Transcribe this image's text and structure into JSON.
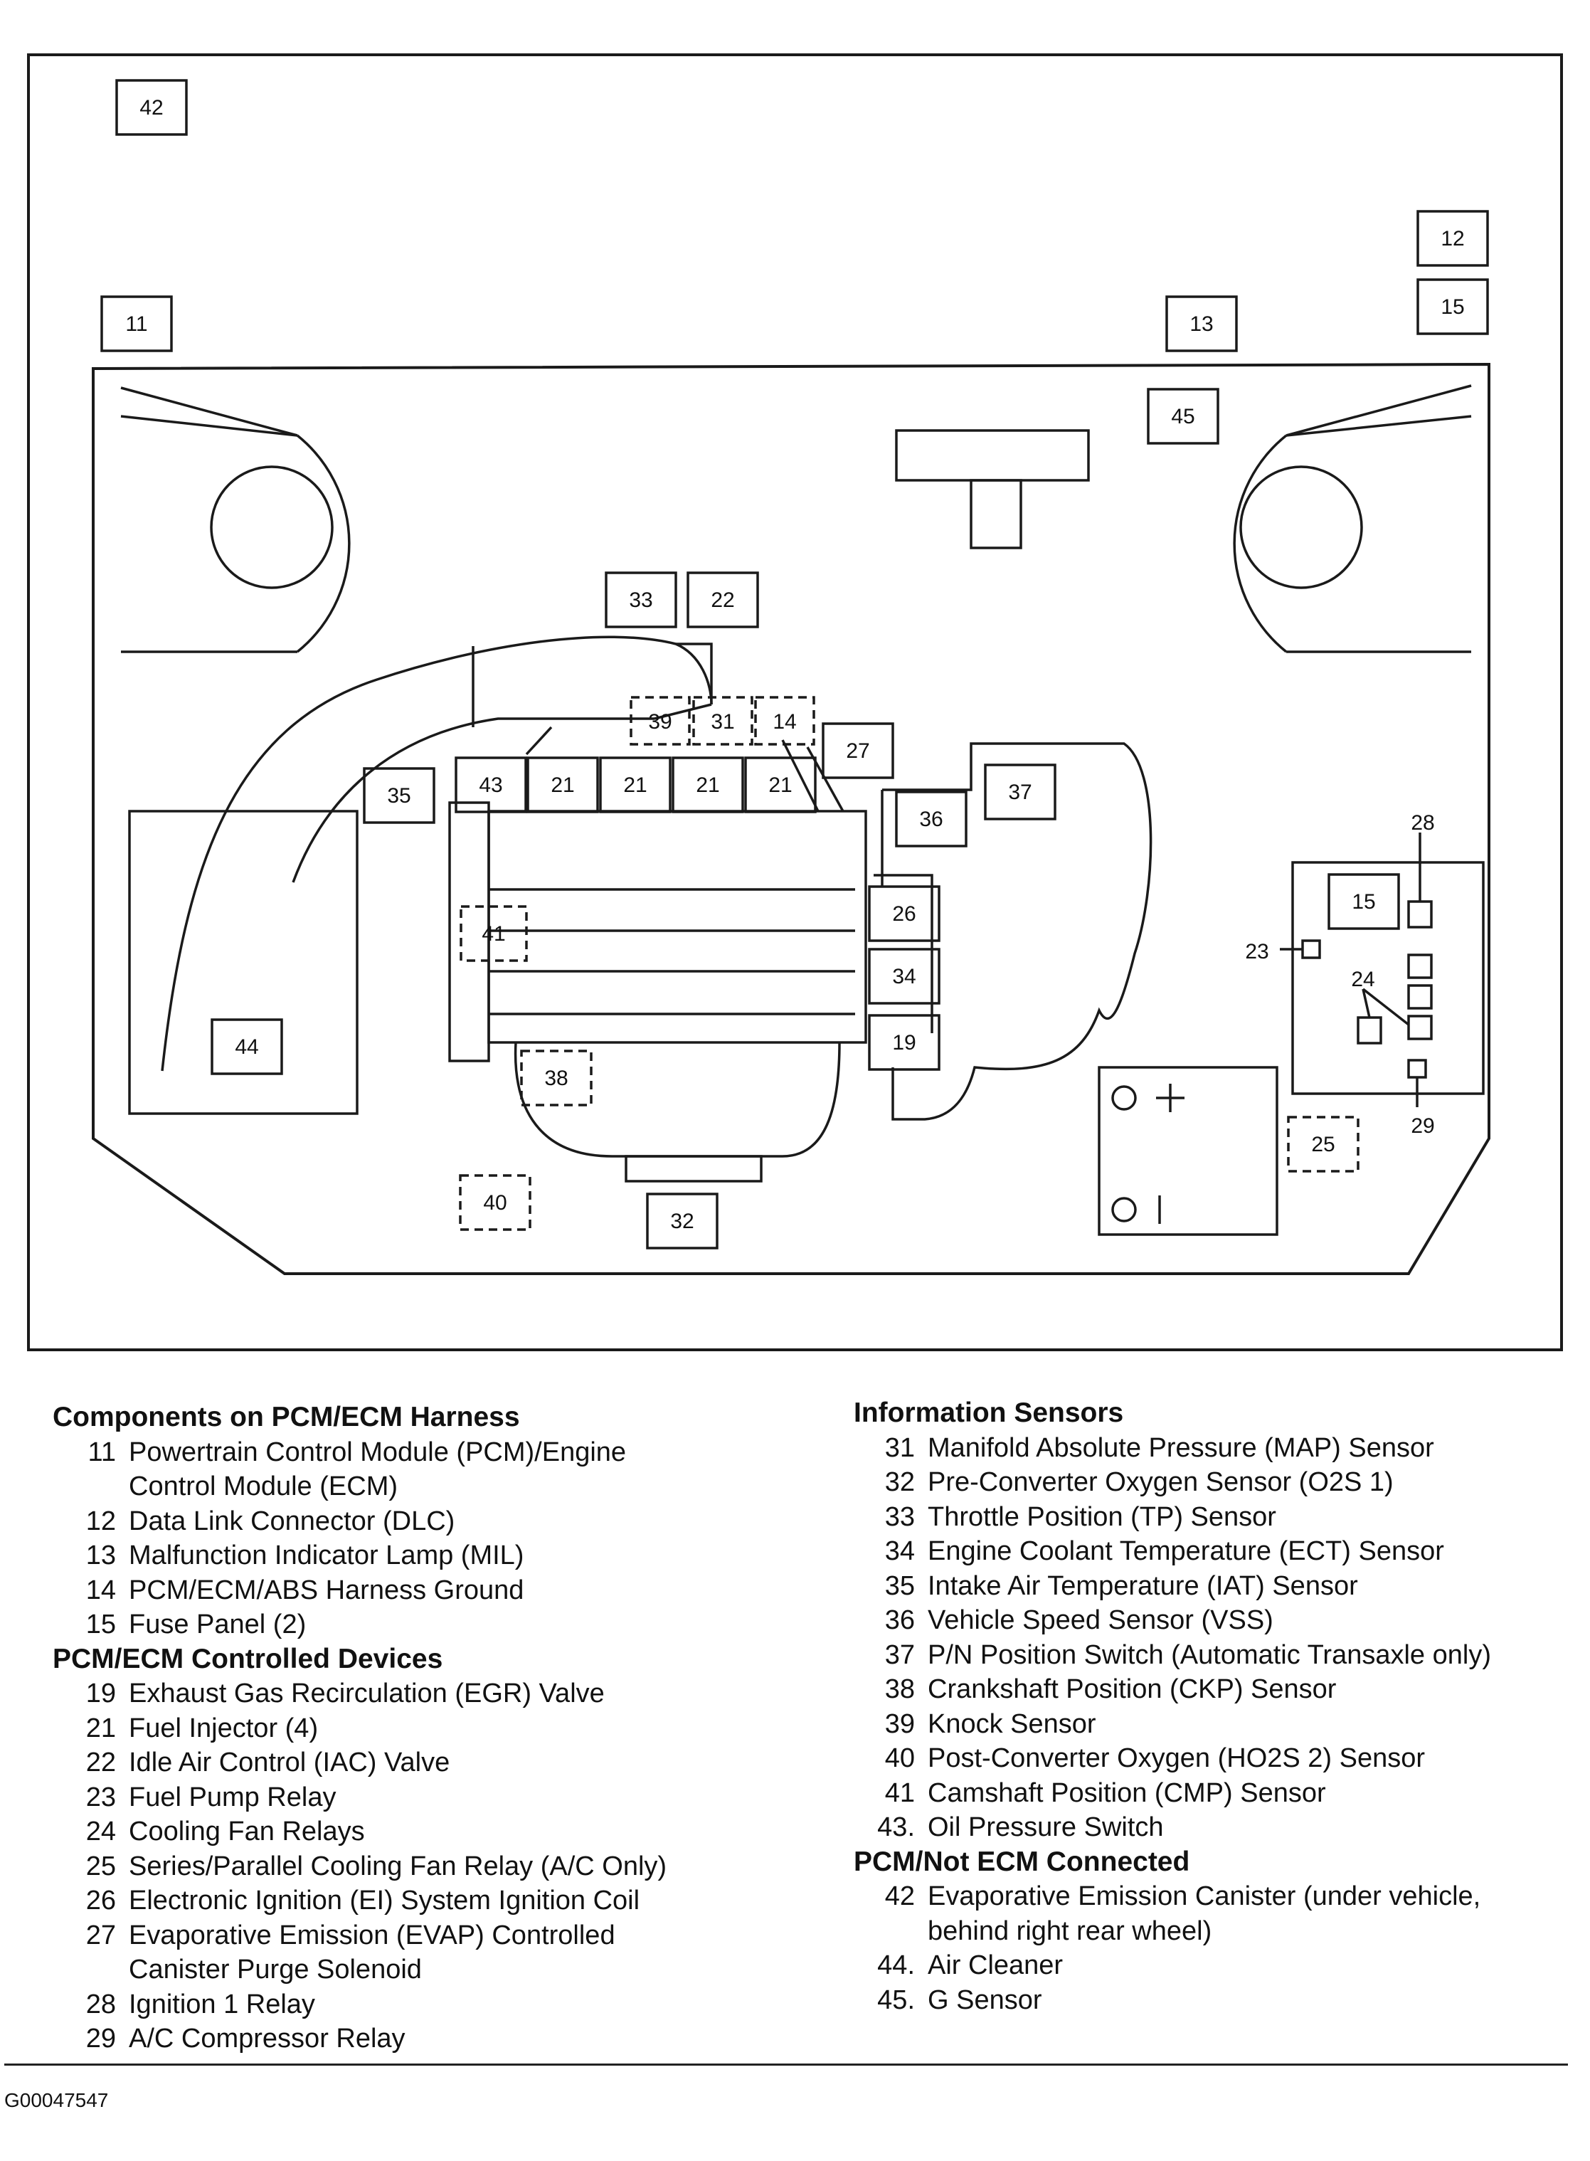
{
  "diagram": {
    "callouts": [
      "42",
      "12",
      "15",
      "11",
      "13",
      "45",
      "33",
      "22",
      "39",
      "31",
      "14",
      "27",
      "35",
      "43",
      "21",
      "21",
      "21",
      "21",
      "36",
      "37",
      "28",
      "15",
      "23",
      "41",
      "26",
      "34",
      "24",
      "44",
      "19",
      "38",
      "25",
      "29",
      "40",
      "32"
    ]
  },
  "legend_left": {
    "sections": [
      {
        "heading": "Components on PCM/ECM Harness",
        "items": [
          {
            "num": "11",
            "lines": [
              "Powertrain Control Module (PCM)/Engine",
              "Control Module (ECM)"
            ]
          },
          {
            "num": "12",
            "lines": [
              "Data Link Connector (DLC)"
            ]
          },
          {
            "num": "13",
            "lines": [
              "Malfunction Indicator Lamp (MIL)"
            ]
          },
          {
            "num": "14",
            "lines": [
              "PCM/ECM/ABS Harness Ground"
            ]
          },
          {
            "num": "15",
            "lines": [
              "Fuse Panel (2)"
            ]
          }
        ]
      },
      {
        "heading": "PCM/ECM Controlled Devices",
        "items": [
          {
            "num": "19",
            "lines": [
              "Exhaust Gas Recirculation (EGR) Valve"
            ]
          },
          {
            "num": "21",
            "lines": [
              "Fuel Injector (4)"
            ]
          },
          {
            "num": "22",
            "lines": [
              "Idle Air Control (IAC) Valve"
            ]
          },
          {
            "num": "23",
            "lines": [
              "Fuel Pump Relay"
            ]
          },
          {
            "num": "24",
            "lines": [
              "Cooling Fan Relays"
            ]
          },
          {
            "num": "25",
            "lines": [
              "Series/Parallel Cooling Fan Relay (A/C Only)"
            ]
          },
          {
            "num": "26",
            "lines": [
              "Electronic Ignition (EI) System Ignition Coil"
            ]
          },
          {
            "num": "27",
            "lines": [
              "Evaporative Emission (EVAP) Controlled",
              "Canister Purge Solenoid"
            ]
          },
          {
            "num": "28",
            "lines": [
              "Ignition 1 Relay"
            ]
          },
          {
            "num": "29",
            "lines": [
              "A/C Compressor Relay"
            ]
          }
        ]
      }
    ]
  },
  "legend_right": {
    "sections": [
      {
        "heading": "Information Sensors",
        "items": [
          {
            "num": "31",
            "lines": [
              "Manifold Absolute Pressure (MAP) Sensor"
            ]
          },
          {
            "num": "32",
            "lines": [
              "Pre-Converter Oxygen Sensor (O2S 1)"
            ]
          },
          {
            "num": "33",
            "lines": [
              "Throttle Position (TP) Sensor"
            ]
          },
          {
            "num": "34",
            "lines": [
              "Engine Coolant Temperature (ECT) Sensor"
            ]
          },
          {
            "num": "35",
            "lines": [
              "Intake Air Temperature (IAT) Sensor"
            ]
          },
          {
            "num": "36",
            "lines": [
              "Vehicle Speed Sensor (VSS)"
            ]
          },
          {
            "num": "37",
            "lines": [
              "P/N Position Switch (Automatic Transaxle only)"
            ]
          },
          {
            "num": "38",
            "lines": [
              "Crankshaft Position (CKP) Sensor"
            ]
          },
          {
            "num": "39",
            "lines": [
              "Knock Sensor"
            ]
          },
          {
            "num": "40",
            "lines": [
              "Post-Converter Oxygen (HO2S 2) Sensor"
            ]
          },
          {
            "num": "41",
            "lines": [
              "Camshaft Position (CMP) Sensor"
            ]
          },
          {
            "num": "43.",
            "lines": [
              "Oil Pressure Switch"
            ]
          }
        ]
      },
      {
        "heading": "PCM/Not ECM Connected",
        "items": [
          {
            "num": "42",
            "lines": [
              "Evaporative Emission Canister (under vehicle,",
              "behind right rear wheel)"
            ]
          },
          {
            "num": "44.",
            "lines": [
              "Air Cleaner"
            ]
          },
          {
            "num": "45.",
            "lines": [
              "G Sensor"
            ]
          }
        ]
      }
    ]
  },
  "figure_id": "G00047547"
}
